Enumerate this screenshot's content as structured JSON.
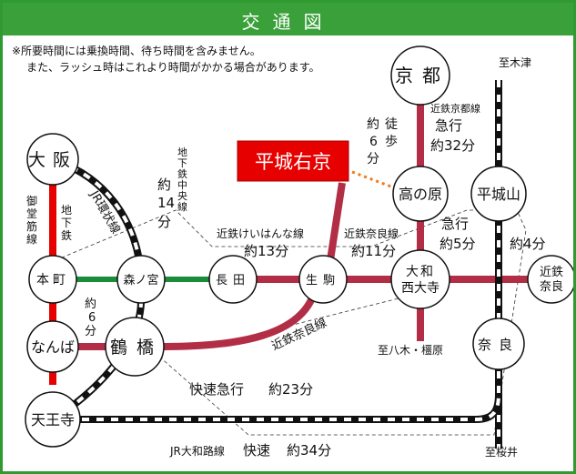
{
  "header": {
    "title": "交通図"
  },
  "notes": [
    "※所要時間には乗換時間、待ち時間を含みません。",
    "また、ラッシュ時はこれより時間がかかる場合があります。"
  ],
  "destination": {
    "label": "平城右京",
    "color": "#e60000"
  },
  "walk": {
    "label": "約6分",
    "caption": "徒歩"
  },
  "stations": {
    "osaka": "大阪",
    "kyoto": "京都",
    "honmachi": "本町",
    "morinomiya": "森ノ宮",
    "nagata": "長田",
    "ikoma": "生駒",
    "yamatosaidaiji": "大和西大寺",
    "takanohara": "高の原",
    "heijoyama": "平城山",
    "kintetsunara": "近鉄奈良",
    "namba": "なんば",
    "tsuruhashi": "鶴橋",
    "nara": "奈良",
    "tennoji": "天王寺"
  },
  "line_labels": {
    "jr_loop": "JR環状線",
    "subway_chuo": "地下鉄中央線",
    "subway_chuo_time": "約14分",
    "midosuji": "御堂筋線",
    "midosuji_prefix": "地下鉄",
    "keihanna": "近鉄けいはんな線",
    "keihanna_time": "約13分",
    "nara_line_upper": "近鉄奈良線",
    "nara_line_upper_time": "約11分",
    "kyoto_line": "近鉄京都線",
    "kyoto_express": "急行",
    "kyoto_express_time": "約32分",
    "express_5": "急行",
    "express_5_time": "約5分",
    "time_4": "約4分",
    "namba_tsuruhashi_time": "約6分",
    "nara_line_lower": "近鉄奈良線",
    "rapid_express": "快速急行",
    "rapid_express_time": "約23分",
    "jr_yamatoji": "JR大和路線",
    "jr_rapid": "快速",
    "jr_rapid_time": "約34分",
    "to_kizugawa": "至木津",
    "to_sakurai": "至桜井",
    "to_kashihara": "至八木・橿原"
  },
  "colors": {
    "header_green": "#3aa03a",
    "kintetsu_red": "#b22d46",
    "subway_red": "#e60000",
    "subway_green": "#1a8c3a",
    "jr_black": "#111111",
    "walk_orange": "#f07a1a"
  }
}
